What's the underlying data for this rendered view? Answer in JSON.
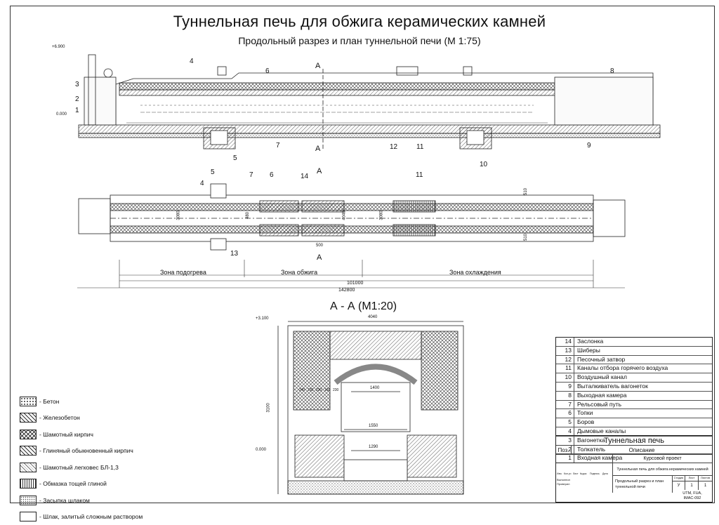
{
  "title": "Туннельная печь для обжига керамических камней",
  "subtitle": "Продольный разрез и план туннельной печи (М 1:75)",
  "section": {
    "title": "А - А (М1:20)",
    "width_dim": "4040",
    "height_dim": "3100",
    "inner_1400": "1400",
    "inner_1550": "1550",
    "inner_1290": "1290",
    "level_top": "+3.100",
    "level_zero": "0.000",
    "small_dims": [
      "240",
      "230",
      "230",
      "160",
      "230"
    ]
  },
  "elevation": {
    "level_top": "+6.900",
    "level_zero": "0.000",
    "cut_mark": "А",
    "callouts": [
      "1",
      "2",
      "3",
      "4",
      "5",
      "6",
      "7",
      "8",
      "9",
      "10",
      "11",
      "12"
    ]
  },
  "plan": {
    "callouts": [
      "4",
      "5",
      "6",
      "7",
      "11",
      "13",
      "14"
    ],
    "cut_mark": "А",
    "dims": [
      "3080",
      "480",
      "4040",
      "3080",
      "500",
      "510",
      "510"
    ],
    "zones": [
      "Зона подогрева",
      "Зона обжига",
      "Зона охлаждения"
    ],
    "total_inner": "101000",
    "total_outer": "142800"
  },
  "legend": [
    {
      "label": "- Бетон",
      "pattern": "beton"
    },
    {
      "label": "- Железобетон",
      "pattern": "zhb"
    },
    {
      "label": "- Шамотный кирпич",
      "pattern": "shamot"
    },
    {
      "label": "- Глиняный обыкновенный кирпич",
      "pattern": "glina"
    },
    {
      "label": "- Шамотный легковес БЛ-1,3",
      "pattern": "legkoves"
    },
    {
      "label": "- Обмазка тощей глиной",
      "pattern": "obmazka"
    },
    {
      "label": "- Засыпка шлаком",
      "pattern": "shlak"
    },
    {
      "label": "- Шлак, залитый сложным раствором",
      "pattern": "plain"
    }
  ],
  "spec": [
    {
      "n": "14",
      "t": "Заслонка"
    },
    {
      "n": "13",
      "t": "Шиберы"
    },
    {
      "n": "12",
      "t": "Песочный затвор"
    },
    {
      "n": "11",
      "t": "Каналы отбора горячего воздуха"
    },
    {
      "n": "10",
      "t": "Воздушный канал"
    },
    {
      "n": "9",
      "t": "Выталкиватель вагонеток"
    },
    {
      "n": "8",
      "t": "Выходная камера"
    },
    {
      "n": "7",
      "t": "Рельсовый путь"
    },
    {
      "n": "6",
      "t": "Топки"
    },
    {
      "n": "5",
      "t": "Боров"
    },
    {
      "n": "4",
      "t": "Дымовые каналы"
    },
    {
      "n": "3",
      "t": "Вагонетка"
    },
    {
      "n": "2",
      "t": "Толкатель"
    },
    {
      "n": "1",
      "t": "Входная камера"
    }
  ],
  "stamp": {
    "name": "Туннельная печь",
    "poz": "Поз.",
    "opisanie": "Описание",
    "project": "Курсовой проект",
    "sheet_title": "Туннельная печь для обжига керамических камней",
    "drawing": "Продольный разрез и план туннельной печи",
    "cols": [
      "Стадия",
      "Лист",
      "Листов"
    ],
    "vals": [
      "У",
      "1",
      "1"
    ],
    "org": "UTM, FUA,",
    "group": "IMAC-092",
    "roles": [
      "Изм.",
      "Кол.уч",
      "Лист",
      "№док",
      "Подпись",
      "Дата"
    ],
    "people": [
      "Выполнил",
      "Проверил"
    ]
  }
}
